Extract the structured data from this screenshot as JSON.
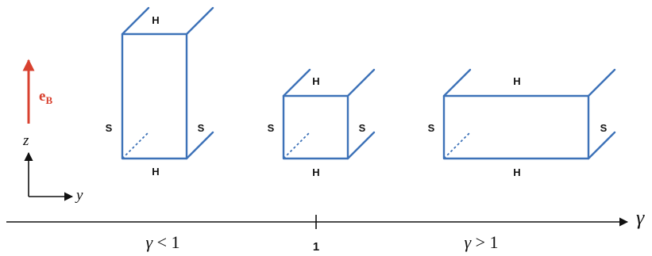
{
  "field": {
    "label_main": "e",
    "label_sub": "B",
    "color": "#d8412f"
  },
  "frame": {
    "z_label": "z",
    "y_label": "y"
  },
  "axis": {
    "parameter": "γ",
    "tick_label": "1"
  },
  "regimes": [
    {
      "symbol": "γ",
      "operator": "<",
      "value": "1"
    },
    {
      "symbol": "γ",
      "operator": ">",
      "value": "1"
    }
  ],
  "boxes": [
    {
      "regime": "γ < 1",
      "top_label": "H",
      "bottom_label": "H",
      "left_label": "S",
      "right_label": "S"
    },
    {
      "regime": "γ = 1",
      "top_label": "H",
      "bottom_label": "H",
      "left_label": "S",
      "right_label": "S"
    },
    {
      "regime": "γ > 1",
      "top_label": "H",
      "bottom_label": "H",
      "left_label": "S",
      "right_label": "S"
    }
  ],
  "colors": {
    "box_edges": "#3d72b8",
    "field_arrow": "#d8412f",
    "text": "#111111"
  }
}
